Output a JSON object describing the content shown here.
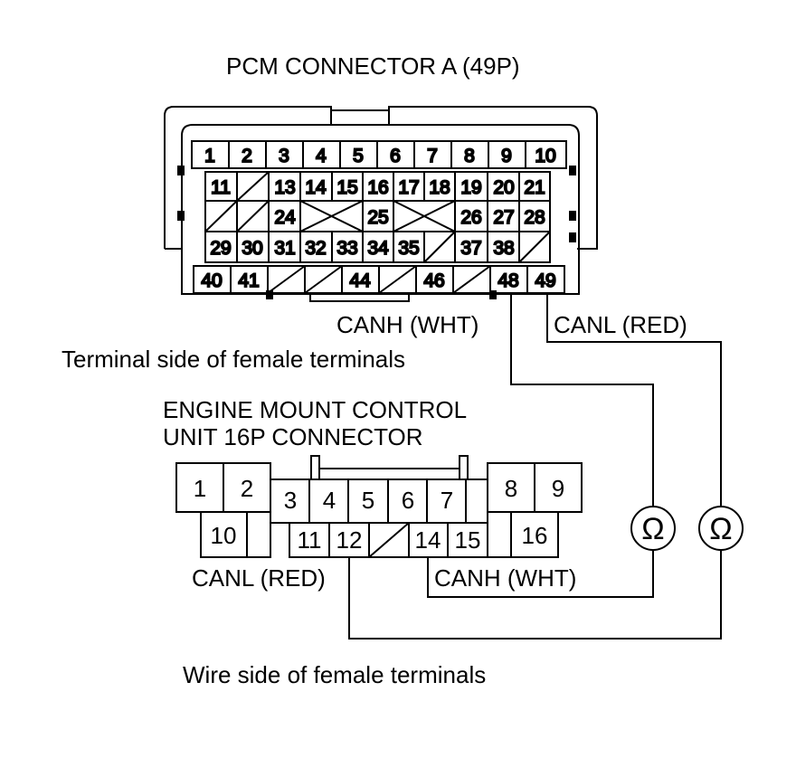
{
  "pcm": {
    "title": "PCM CONNECTOR A (49P)",
    "view_label": "Terminal side of female terminals",
    "canh_label": "CANH (WHT)",
    "canl_label": "CANL (RED)",
    "rows": [
      [
        "1",
        "2",
        "3",
        "4",
        "5",
        "6",
        "7",
        "8",
        "9",
        "10"
      ],
      [
        "11",
        "",
        "13",
        "14",
        "15",
        "16",
        "17",
        "18",
        "19",
        "20",
        "21"
      ],
      [
        "",
        "",
        "24",
        "",
        "25",
        "",
        "26",
        "27",
        "28"
      ],
      [
        "29",
        "30",
        "31",
        "32",
        "33",
        "34",
        "35",
        "",
        "37",
        "38",
        ""
      ],
      [
        "40",
        "41",
        "",
        "",
        "44",
        "",
        "46",
        "",
        "48",
        "49"
      ]
    ]
  },
  "emcu": {
    "title_line1": "ENGINE MOUNT CONTROL",
    "title_line2": "UNIT 16P CONNECTOR",
    "view_label": "Wire side of female terminals",
    "canl_label": "CANL (RED)",
    "canh_label": "CANH (WHT)",
    "pins": [
      "1",
      "2",
      "3",
      "4",
      "5",
      "6",
      "7",
      "8",
      "9",
      "10",
      "11",
      "12",
      "14",
      "15",
      "16"
    ]
  },
  "meters": [
    {
      "symbol": "Ω"
    },
    {
      "symbol": "Ω"
    }
  ]
}
